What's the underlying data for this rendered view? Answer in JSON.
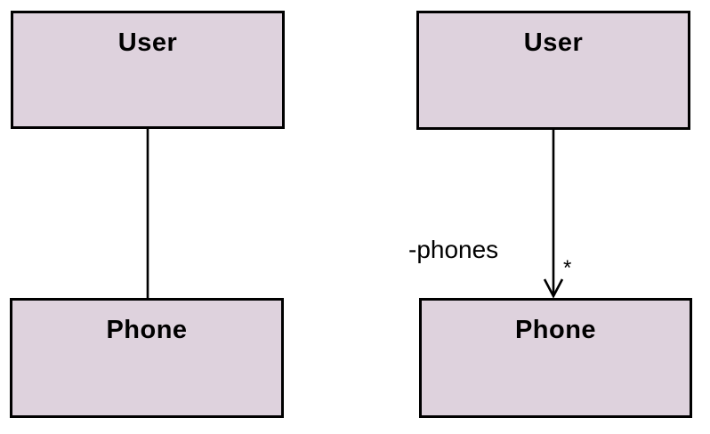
{
  "diagram": {
    "type": "uml-class-association-comparison",
    "colors": {
      "node_fill": "#ded2dd",
      "node_border": "#000000",
      "edge": "#000000",
      "background": "#ffffff"
    },
    "left": {
      "nodes": [
        {
          "label": "User"
        },
        {
          "label": "Phone"
        }
      ],
      "edge": {
        "style": "plain-association-line",
        "from": "User",
        "to": "Phone",
        "label": "",
        "multiplicity": ""
      }
    },
    "right": {
      "nodes": [
        {
          "label": "User"
        },
        {
          "label": "Phone"
        }
      ],
      "edge": {
        "style": "directed-arrow",
        "from": "User",
        "to": "Phone",
        "label": "-phones",
        "multiplicity": "*"
      }
    }
  }
}
